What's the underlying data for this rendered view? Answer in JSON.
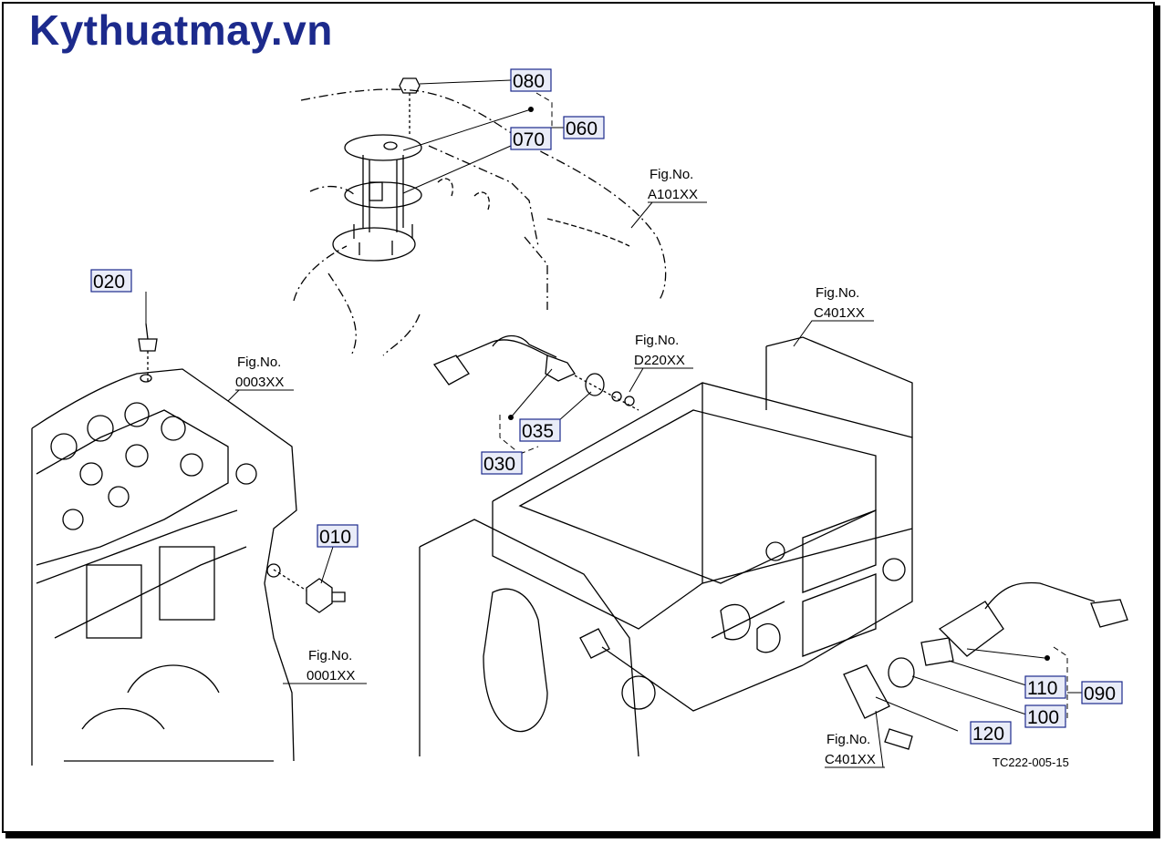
{
  "brand": {
    "text": "Kythuatmay.vn",
    "color": "#1c2a8c"
  },
  "callouts": {
    "c010": "010",
    "c020": "020",
    "c030": "030",
    "c035": "035",
    "c060": "060",
    "c070": "070",
    "c080": "080",
    "c090": "090",
    "c100": "100",
    "c110": "110",
    "c120": "120"
  },
  "fig_refs": {
    "a101": {
      "title": "Fig.No.",
      "code": "A101XX"
    },
    "c401_top": {
      "title": "Fig.No.",
      "code": "C401XX"
    },
    "d220": {
      "title": "Fig.No.",
      "code": "D220XX"
    },
    "f0003": {
      "title": "Fig.No.",
      "code": "0003XX"
    },
    "f0001": {
      "title": "Fig.No.",
      "code": "0001XX"
    },
    "c401_bottom": {
      "title": "Fig.No.",
      "code": "C401XX"
    }
  },
  "drawing_code": "TC222-005-15",
  "colors": {
    "callout_box_fill": "#e9ecf8",
    "callout_box_stroke": "#1c2a8c",
    "line": "#000000"
  }
}
